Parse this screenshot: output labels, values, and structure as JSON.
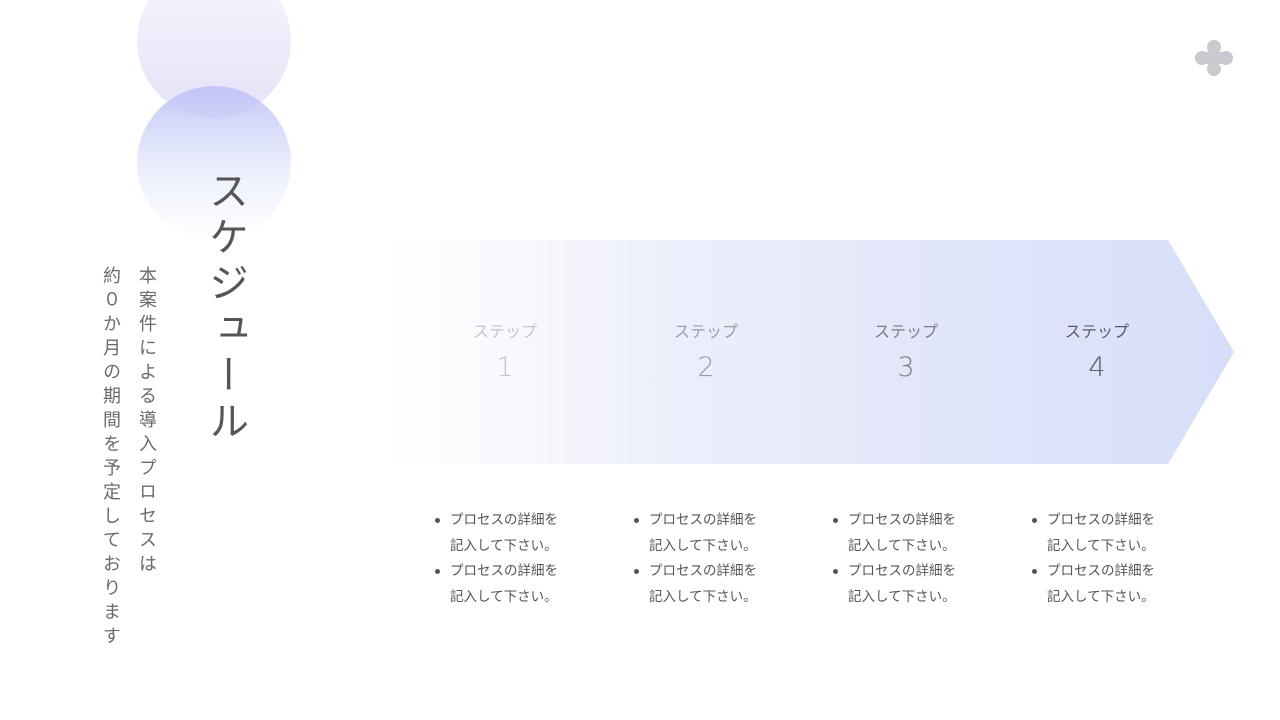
{
  "title": "スケジュール",
  "subtitle_lines": [
    "本案件による導入プロセスは",
    "約０か月の期間を予定しております"
  ],
  "steps": [
    {
      "label": "ステップ",
      "number": "1"
    },
    {
      "label": "ステップ",
      "number": "2"
    },
    {
      "label": "ステップ",
      "number": "3"
    },
    {
      "label": "ステップ",
      "number": "4"
    }
  ],
  "details": [
    [
      {
        "l1": "プロセスの詳細を",
        "l2": "記入して下さい。"
      },
      {
        "l1": "プロセスの詳細を",
        "l2": "記入して下さい。"
      }
    ],
    [
      {
        "l1": "プロセスの詳細を",
        "l2": "記入して下さい。"
      },
      {
        "l1": "プロセスの詳細を",
        "l2": "記入して下さい。"
      }
    ],
    [
      {
        "l1": "プロセスの詳細を",
        "l2": "記入して下さい。"
      },
      {
        "l1": "プロセスの詳細を",
        "l2": "記入して下さい。"
      }
    ],
    [
      {
        "l1": "プロセスの詳細を",
        "l2": "記入して下さい。"
      },
      {
        "l1": "プロセスの詳細を",
        "l2": "記入して下さい。"
      }
    ]
  ],
  "colors": {
    "accent": "#c6cdf6",
    "logo": "#c9c9cf",
    "text": "#555555"
  },
  "logo_icon": "brand-logo-icon"
}
